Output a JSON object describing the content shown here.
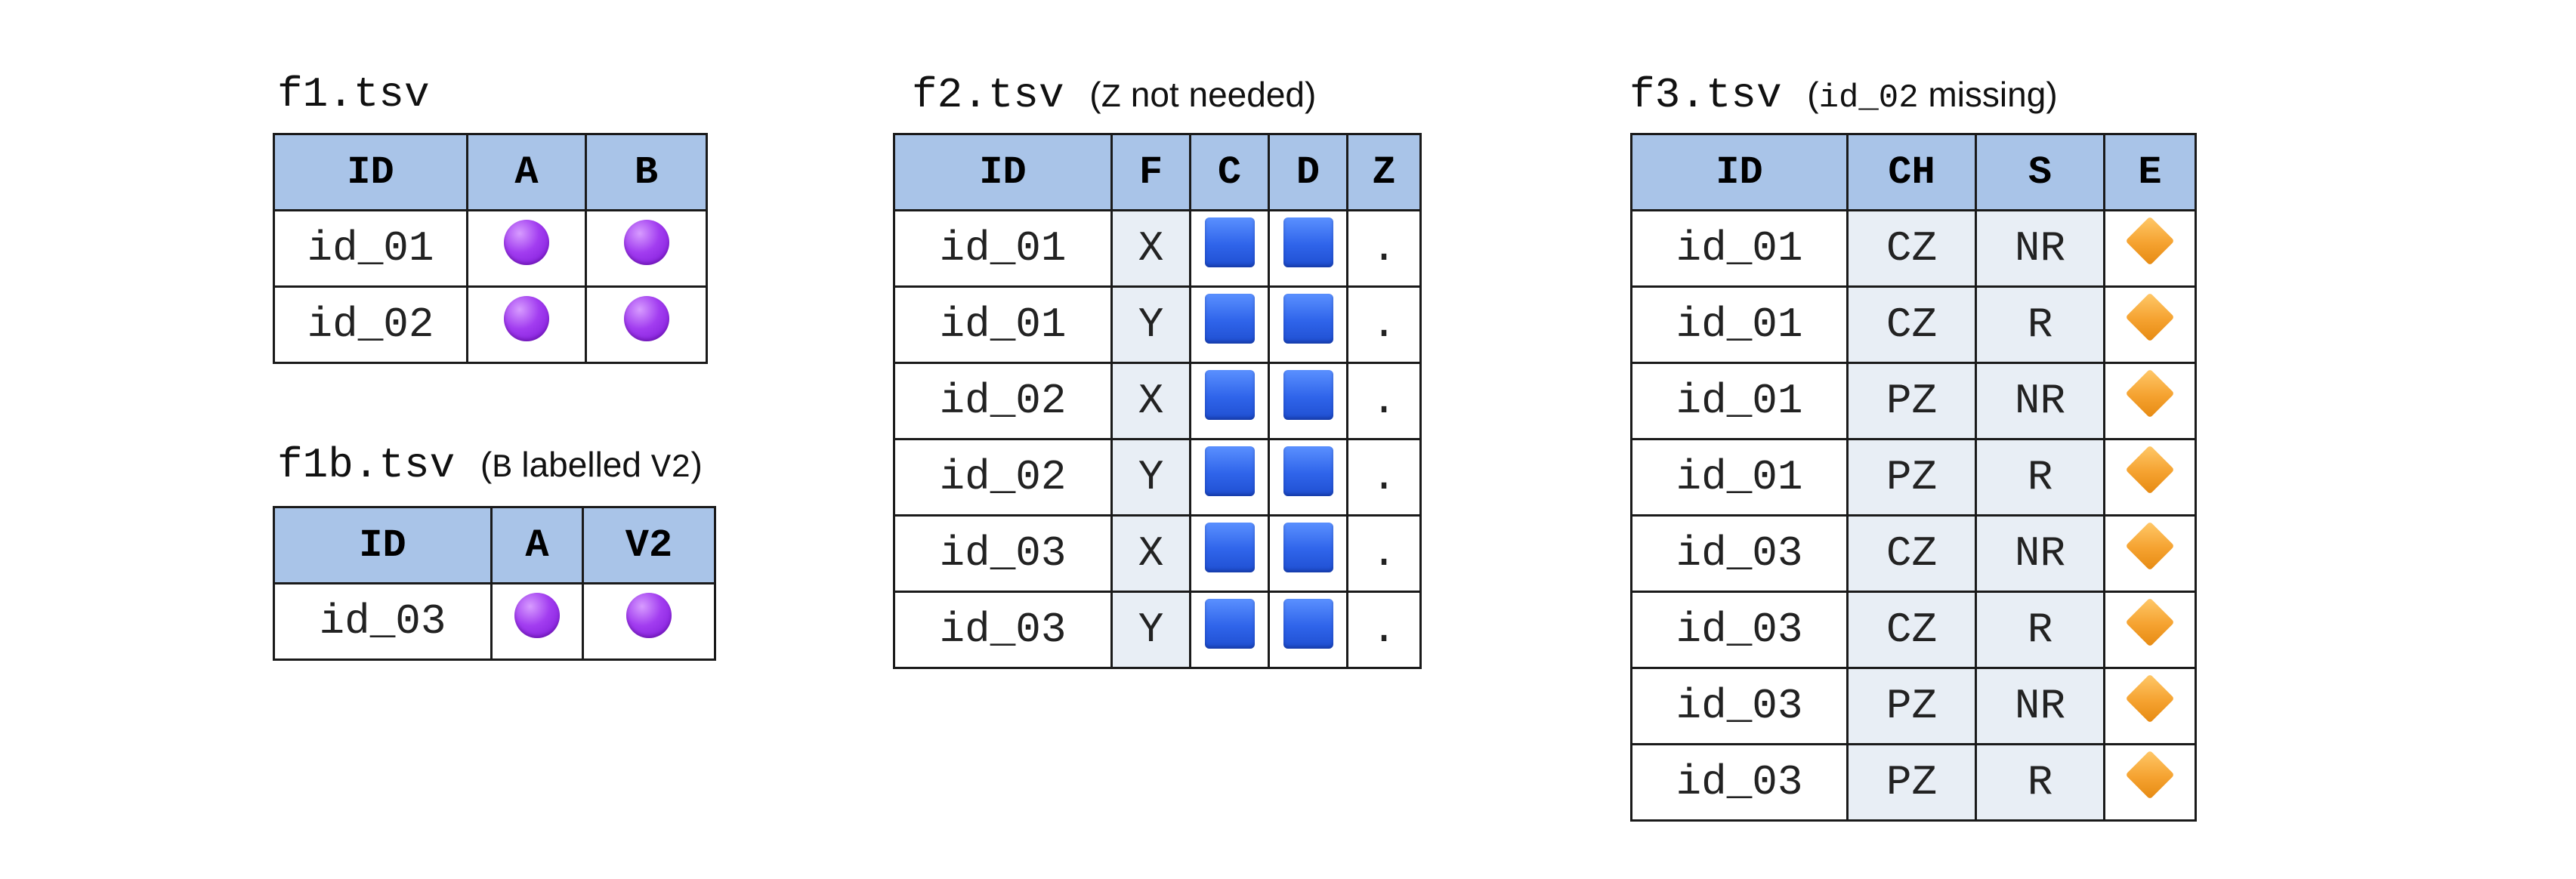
{
  "colors": {
    "header_bg": "#a9c4e8",
    "shaded_cell_bg": "#e8eef5",
    "border": "#1a1a1a",
    "circle": "#a23df0",
    "square": "#2f64ea",
    "diamond": "#f5a230"
  },
  "f1": {
    "title": "f1.tsv",
    "headers": [
      "ID",
      "A",
      "B"
    ],
    "rows": [
      [
        "id_01",
        "circle",
        "circle"
      ],
      [
        "id_02",
        "circle",
        "circle"
      ]
    ]
  },
  "f1b": {
    "title": "f1b.tsv",
    "note_open": "(",
    "note_code1": "B",
    "note_mid": " labelled ",
    "note_code2": "V2",
    "note_close": ")",
    "headers": [
      "ID",
      "A",
      "V2"
    ],
    "rows": [
      [
        "id_03",
        "circle",
        "circle"
      ]
    ]
  },
  "f2": {
    "title": "f2.tsv",
    "note_open": "(",
    "note_code1": "Z",
    "note_mid": " not needed",
    "note_close": ")",
    "headers": [
      "ID",
      "F",
      "C",
      "D",
      "Z"
    ],
    "rows": [
      [
        "id_01",
        "X",
        "square",
        "square",
        "."
      ],
      [
        "id_01",
        "Y",
        "square",
        "square",
        "."
      ],
      [
        "id_02",
        "X",
        "square",
        "square",
        "."
      ],
      [
        "id_02",
        "Y",
        "square",
        "square",
        "."
      ],
      [
        "id_03",
        "X",
        "square",
        "square",
        "."
      ],
      [
        "id_03",
        "Y",
        "square",
        "square",
        "."
      ]
    ]
  },
  "f3": {
    "title": "f3.tsv",
    "note_open": "(",
    "note_code1": "id_02",
    "note_mid": " missing",
    "note_close": ")",
    "headers": [
      "ID",
      "CH",
      "S",
      "E"
    ],
    "rows": [
      [
        "id_01",
        "CZ",
        "NR",
        "diamond"
      ],
      [
        "id_01",
        "CZ",
        "R",
        "diamond"
      ],
      [
        "id_01",
        "PZ",
        "NR",
        "diamond"
      ],
      [
        "id_01",
        "PZ",
        "R",
        "diamond"
      ],
      [
        "id_03",
        "CZ",
        "NR",
        "diamond"
      ],
      [
        "id_03",
        "CZ",
        "R",
        "diamond"
      ],
      [
        "id_03",
        "PZ",
        "NR",
        "diamond"
      ],
      [
        "id_03",
        "PZ",
        "R",
        "diamond"
      ]
    ]
  }
}
